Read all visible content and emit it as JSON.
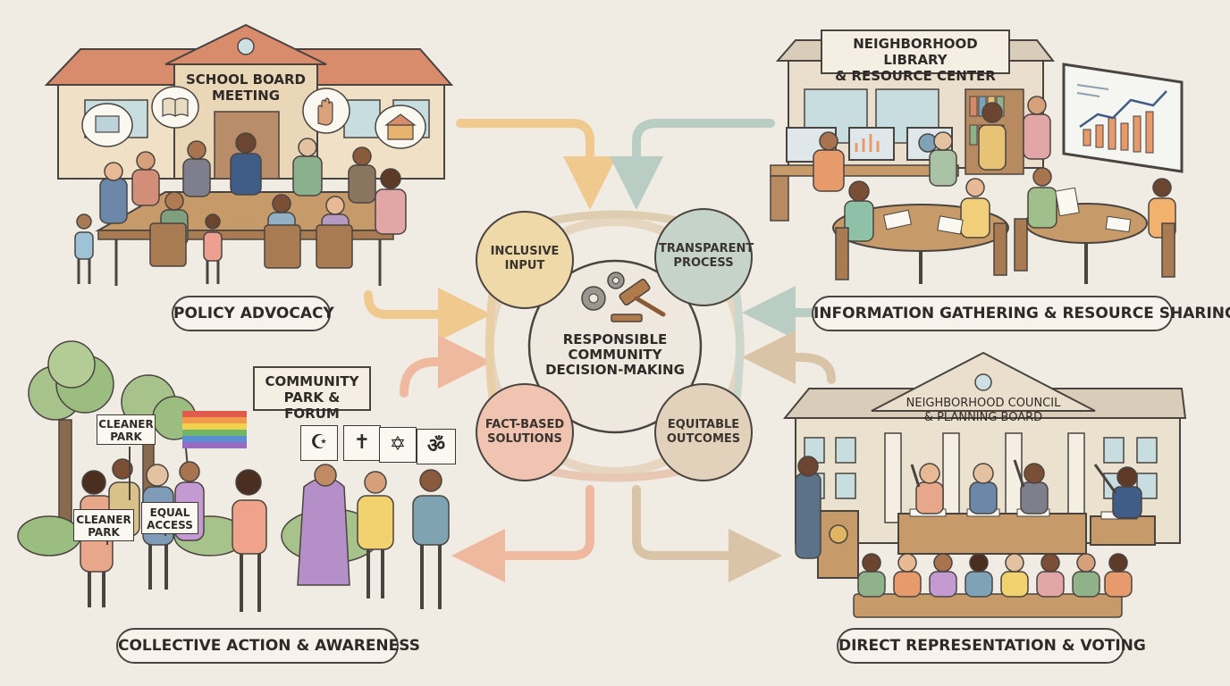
{
  "center": {
    "title_line1": "RESPONSIBLE",
    "title_line2": "COMMUNITY",
    "title_line3": "DECISION-MAKING",
    "pillars": [
      {
        "line1": "INCLUSIVE",
        "line2": "INPUT",
        "color": "#efd9a8"
      },
      {
        "line1": "TRANSPARENT",
        "line2": "PROCESS",
        "color": "#c6d3c9"
      },
      {
        "line1": "FACT-BASED",
        "line2": "SOLUTIONS",
        "color": "#f0c4b0"
      },
      {
        "line1": "EQUITABLE",
        "line2": "OUTCOMES",
        "color": "#e3d2bb"
      }
    ]
  },
  "school": {
    "sign_line1": "SCHOOL BOARD",
    "sign_line2": "MEETING",
    "caption": "POLICY ADVOCACY",
    "bubble_icons": [
      "monitor-icon",
      "book-icon",
      "raised-hand-icon",
      "school-house-icon"
    ]
  },
  "library": {
    "sign_line1": "NEIGHBORHOOD LIBRARY",
    "sign_line2": "& RESOURCE CENTER",
    "caption": "INFORMATION GATHERING & RESOURCE SHARING"
  },
  "park": {
    "sign_line1": "COMMUNITY",
    "sign_line2": "PARK & FORUM",
    "caption": "COLLECTIVE ACTION & AWARENESS",
    "protest_signs": [
      {
        "line1": "CLEANER",
        "line2": "PARK"
      },
      {
        "line1": "CLEANER",
        "line2": "PARK"
      },
      {
        "line1": "EQUAL",
        "line2": "ACCESS"
      }
    ],
    "faith_symbols": [
      "☪",
      "✝",
      "✡",
      "ॐ"
    ]
  },
  "council": {
    "sign_line1": "NEIGHBORHOOD COUNCIL",
    "sign_line2": "& PLANNING BOARD",
    "caption": "DIRECT REPRESENTATION & VOTING"
  },
  "colors": {
    "background": "#f1ece3",
    "outline": "#4a4440",
    "arrow_gold": "#efc98e",
    "arrow_teal": "#b9cdc4",
    "arrow_salmon": "#efb9a0",
    "arrow_tan": "#d9c4a8"
  }
}
